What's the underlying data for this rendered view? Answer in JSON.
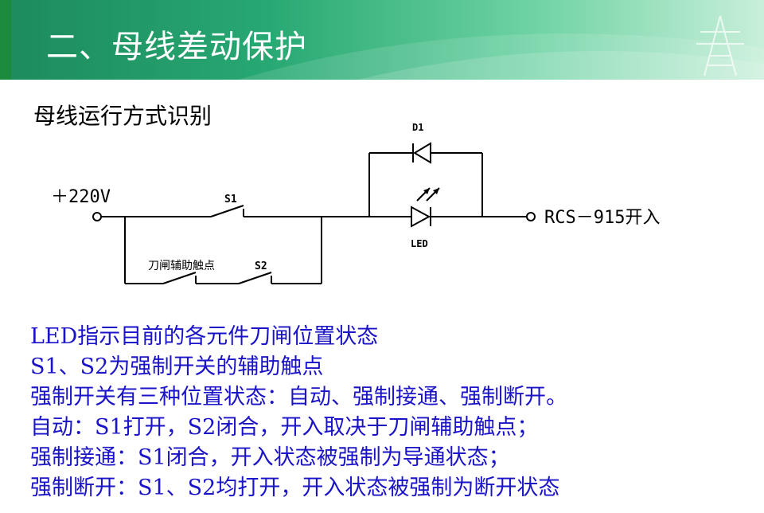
{
  "header": {
    "title": "二、母线差动保护"
  },
  "subtitle": "母线运行方式识别",
  "diagram": {
    "supply_label": "＋220V",
    "s1_label": "S1",
    "s2_label": "S2",
    "aux_contact_label": "刀闸辅助触点",
    "d1_label": "D1",
    "led_label": "LED",
    "output_label": "RCS－915开入"
  },
  "body_lines": [
    "LED指示目前的各元件刀闸位置状态",
    "S1、S2为强制开关的辅助触点",
    "强制开关有三种位置状态：自动、强制接通、强制断开。",
    "自动：S1打开，S2闭合，开入取决于刀闸辅助触点；",
    "强制接通：S1闭合，开入状态被强制为导通状态；",
    "强制断开：S1、S2均打开，开入状态被强制为断开状态"
  ]
}
